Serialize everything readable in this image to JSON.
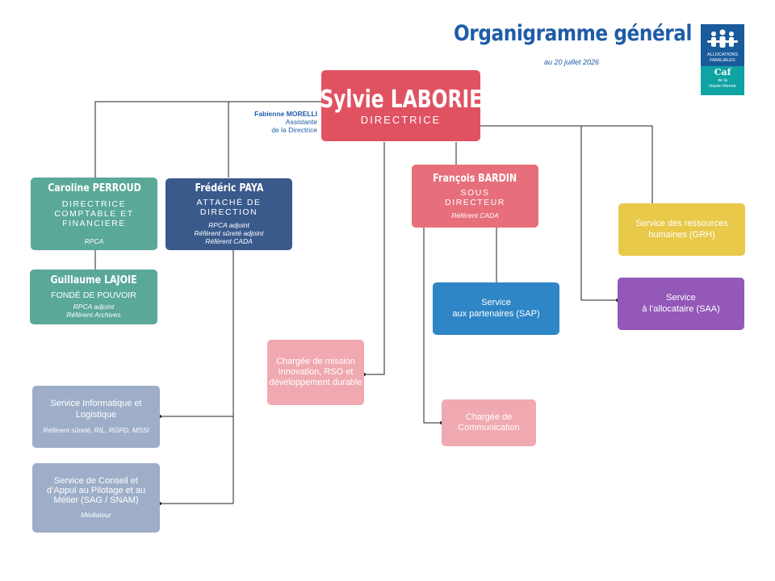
{
  "header": {
    "title": "Organigramme général",
    "date": "au 20 juillet 2026"
  },
  "logo": {
    "line1": "ALLOCATIONS",
    "line2": "FAMILIALES",
    "brand": "Caf",
    "line3": "de la",
    "line4": "Haute-Vienne"
  },
  "director": {
    "name": "Sylvie LABORIE",
    "role": "DIRECTRICE"
  },
  "assistant": {
    "name": "Fabienne MORELLI",
    "role_line1": "Assistante",
    "role_line2": "de la Directrice"
  },
  "perroud": {
    "name": "Caroline PERROUD",
    "role": "DIRECTRICE COMPTABLE ET FINANCIERE",
    "note": "RPCA"
  },
  "paya": {
    "name": "Frédéric PAYA",
    "role": "ATTACHÉ DE DIRECTION",
    "note1": "RPCA adjoint",
    "note2": "Référent sûreté adjoint",
    "note3": "Référent CADA"
  },
  "lajoie": {
    "name": "Guillaume LAJOIE",
    "role": "FONDÉ DE POUVOIR",
    "note1": "RPCA adjoint",
    "note2": "Référent Archives"
  },
  "bardin": {
    "name": "François BARDIN",
    "role": "SOUS DIRECTEUR",
    "note": "Référent CADA"
  },
  "services": {
    "grh": "Service des ressources humaines (GRH)",
    "sap_line1": "Service",
    "sap_line2": "aux partenaires (SAP)",
    "saa_line1": "Service",
    "saa_line2": "à l’allocataire (SAA)",
    "mission": "Chargée de mission Innovation, RSO et développement durable",
    "communication": "Chargée de Communication",
    "info": "Service Informatique et Logistique",
    "info_note": "Référent sûreté, RIL, RGPD, MSSI",
    "sag": "Service de Conseil et d’Appui au Pilotage et au Métier (SAG / SNAM)",
    "sag_note": "Médiateur"
  },
  "colors": {
    "director": "#e05262",
    "teal": "#5aa898",
    "navy": "#3a5a8c",
    "bardin": "#e76f7c",
    "yellow": "#e8c94a",
    "blue": "#2e86c6",
    "purple": "#9358b8",
    "pink": "#f0a9b0",
    "grey": "#9eaec8",
    "title": "#1f5ca8"
  }
}
